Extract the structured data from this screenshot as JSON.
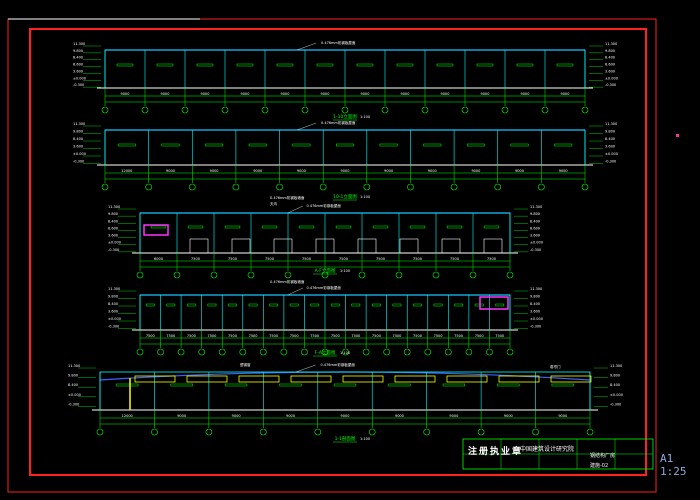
{
  "sheet": {
    "scale_text": "A1 1:25",
    "titleblock": {
      "stamp": "注册执业章",
      "company": "中国建筑设计研究院",
      "project": "钢结构厂房",
      "sheet_no": "建施-02"
    }
  },
  "drawings": [
    {
      "title": "1-10立面图",
      "scale": "1:100",
      "dims": [
        "9000",
        "9000",
        "9000",
        "9000",
        "9000",
        "9000",
        "9000",
        "9000",
        "9000",
        "9000",
        "9000",
        "9000"
      ],
      "levels": [
        "11.300",
        "9.800",
        "8.400",
        "6.600",
        "3.600",
        "±0.000",
        "-0.300"
      ]
    },
    {
      "title": "10-1立面图",
      "scale": "1:100",
      "dims": [
        "12000",
        "9000",
        "9000",
        "9000",
        "9000",
        "9000",
        "9000",
        "9000",
        "9000",
        "9000",
        "9000"
      ],
      "levels": [
        "11.300",
        "9.800",
        "8.400",
        "3.600",
        "±0.000",
        "-0.300"
      ]
    },
    {
      "title": "A-F立面图",
      "scale": "1:100",
      "dims": [
        "6000",
        "7500",
        "7500",
        "7500",
        "7500",
        "7500",
        "7500",
        "7500",
        "7500",
        "7500"
      ],
      "levels": [
        "11.300",
        "9.800",
        "8.400",
        "6.600",
        "3.600",
        "±0.000",
        "-0.300"
      ]
    },
    {
      "title": "F-A立面图",
      "scale": "1:100",
      "dims": [
        "7500",
        "7500",
        "7500",
        "7500",
        "7500",
        "7500",
        "7500",
        "7500",
        "7500",
        "7500",
        "7500",
        "7500",
        "7500",
        "7500",
        "7500",
        "7500",
        "7500",
        "7500"
      ],
      "levels": [
        "11.300",
        "9.800",
        "8.400",
        "3.600",
        "±0.000",
        "-0.300"
      ]
    },
    {
      "title": "1-1剖面图",
      "scale": "1:100",
      "dims": [
        "12000",
        "9000",
        "9000",
        "9000",
        "9000",
        "9000",
        "9000",
        "9000",
        "9000"
      ],
      "levels": [
        "11.300",
        "9.800",
        "8.400",
        "±0.000",
        "-0.300"
      ]
    }
  ],
  "notes": {
    "roof": "0.476mm彩钢板屋面",
    "wall": "0.476mm彩钢板墙面",
    "gutter": "天沟",
    "window": "塑钢窗",
    "door": "卷帘门"
  },
  "colors": {
    "border": "#ff2020",
    "dim": "#00ff00",
    "outline": "#00ffff",
    "roof": "#4060ff",
    "text": "#ffff00",
    "accent": "#ff33ff"
  }
}
